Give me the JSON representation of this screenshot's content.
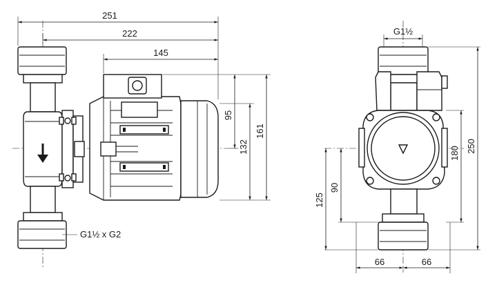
{
  "dimensions": {
    "overall_width": "251",
    "port_to_motor_end": "222",
    "motor_length": "145",
    "terminal_box_height": "95",
    "motor_axis_height": "132",
    "motor_height": "161",
    "connection_thread_top": "G1½",
    "connection_thread_side": "G1½ x G2",
    "body_height_180": "180",
    "port_to_port_length": "250",
    "axis_to_base": "125",
    "axis_offset": "90",
    "half_width_left": "66",
    "half_width_right": "66"
  },
  "colors": {
    "line": "#1a1a1a",
    "background": "#ffffff"
  }
}
